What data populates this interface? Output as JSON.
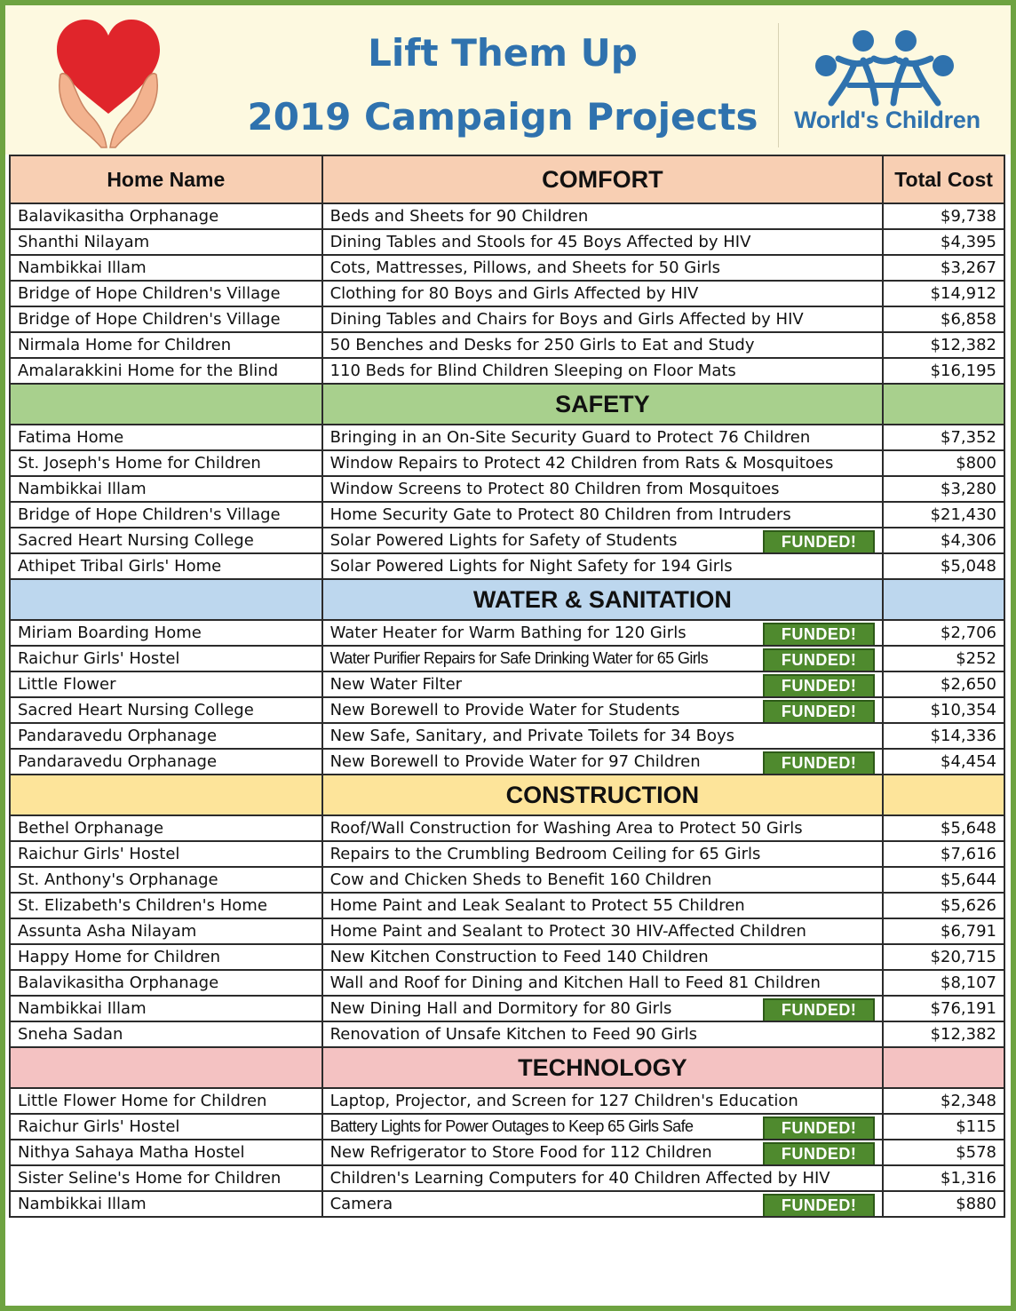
{
  "header": {
    "title_line1": "Lift Them Up",
    "title_line2": "2019 Campaign Projects",
    "logo_text": "World's Children"
  },
  "columns": {
    "name": "Home Name",
    "cost": "Total Cost"
  },
  "badge_label": "FUNDED!",
  "colors": {
    "frame": "#6ea341",
    "header_bg": "#fdf9e0",
    "title": "#2f72ae",
    "comfort": "#f8cfb3",
    "safety": "#a8d08d",
    "water": "#bdd7ee",
    "construction": "#fde49a",
    "technology": "#f4c2c2",
    "badge": "#4f8a2e"
  },
  "sections": [
    {
      "title": "COMFORT",
      "color": "#f8cfb3",
      "rows": [
        {
          "name": "Balavikasitha Orphanage",
          "project": "Beds and Sheets for 90 Children",
          "cost": "$9,738",
          "funded": false
        },
        {
          "name": "Shanthi Nilayam",
          "project": "Dining Tables and Stools for 45 Boys Affected by HIV",
          "cost": "$4,395",
          "funded": false
        },
        {
          "name": "Nambikkai Illam",
          "project": "Cots, Mattresses, Pillows, and Sheets for 50 Girls",
          "cost": "$3,267",
          "funded": false
        },
        {
          "name": "Bridge of Hope Children's Village",
          "project": "Clothing for 80 Boys and Girls Affected by HIV",
          "cost": "$14,912",
          "funded": false
        },
        {
          "name": "Bridge of Hope Children's Village",
          "project": "Dining Tables and Chairs for Boys and Girls Affected by HIV",
          "cost": "$6,858",
          "funded": false
        },
        {
          "name": "Nirmala Home for Children",
          "project": "50 Benches and Desks for 250 Girls to Eat and Study",
          "cost": "$12,382",
          "funded": false
        },
        {
          "name": "Amalarakkini Home for the Blind",
          "project": "110 Beds for Blind Children Sleeping on Floor Mats",
          "cost": "$16,195",
          "funded": false
        }
      ]
    },
    {
      "title": "SAFETY",
      "color": "#a8d08d",
      "rows": [
        {
          "name": "Fatima Home",
          "project": "Bringing in an On-Site Security Guard to Protect 76 Children",
          "cost": "$7,352",
          "funded": false
        },
        {
          "name": "St. Joseph's Home for Children",
          "project": "Window Repairs to Protect 42 Children from Rats & Mosquitoes",
          "cost": "$800",
          "funded": false
        },
        {
          "name": "Nambikkai Illam",
          "project": "Window Screens to Protect 80 Children from Mosquitoes",
          "cost": "$3,280",
          "funded": false
        },
        {
          "name": "Bridge of Hope Children's Village",
          "project": "Home Security Gate to Protect 80 Children from Intruders",
          "cost": "$21,430",
          "funded": false
        },
        {
          "name": "Sacred Heart Nursing College",
          "project": "Solar Powered Lights for Safety of Students",
          "cost": "$4,306",
          "funded": true
        },
        {
          "name": "Athipet Tribal Girls' Home",
          "project": "Solar Powered Lights for Night Safety for 194 Girls",
          "cost": "$5,048",
          "funded": false
        }
      ]
    },
    {
      "title": "WATER & SANITATION",
      "color": "#bdd7ee",
      "rows": [
        {
          "name": "Miriam Boarding Home",
          "project": "Water Heater for Warm Bathing for 120 Girls",
          "cost": "$2,706",
          "funded": true
        },
        {
          "name": "Raichur Girls' Hostel",
          "project": "Water Purifier Repairs for Safe Drinking Water for 65 Girls",
          "cost": "$252",
          "funded": true,
          "tight": true
        },
        {
          "name": "Little Flower",
          "project": "New Water Filter",
          "cost": "$2,650",
          "funded": true
        },
        {
          "name": "Sacred Heart Nursing College",
          "project": "New Borewell to Provide Water for Students",
          "cost": "$10,354",
          "funded": true
        },
        {
          "name": "Pandaravedu Orphanage",
          "project": "New Safe, Sanitary, and Private Toilets for 34 Boys",
          "cost": "$14,336",
          "funded": false
        },
        {
          "name": "Pandaravedu Orphanage",
          "project": "New Borewell to Provide Water for 97 Children",
          "cost": "$4,454",
          "funded": true
        }
      ]
    },
    {
      "title": "CONSTRUCTION",
      "color": "#fde49a",
      "rows": [
        {
          "name": "Bethel Orphanage",
          "project": "Roof/Wall Construction for Washing Area to Protect 50 Girls",
          "cost": "$5,648",
          "funded": false
        },
        {
          "name": "Raichur Girls' Hostel",
          "project": "Repairs to the Crumbling Bedroom Ceiling for 65 Girls",
          "cost": "$7,616",
          "funded": false
        },
        {
          "name": "St. Anthony's Orphanage",
          "project": "Cow and Chicken Sheds to Benefit 160 Children",
          "cost": "$5,644",
          "funded": false
        },
        {
          "name": "St. Elizabeth's Children's Home",
          "project": "Home Paint and Leak Sealant to Protect 55 Children",
          "cost": "$5,626",
          "funded": false
        },
        {
          "name": "Assunta Asha Nilayam",
          "project": "Home Paint and Sealant to Protect 30 HIV-Affected Children",
          "cost": "$6,791",
          "funded": false
        },
        {
          "name": "Happy Home for Children",
          "project": "New Kitchen Construction to Feed 140 Children",
          "cost": "$20,715",
          "funded": false
        },
        {
          "name": "Balavikasitha Orphanage",
          "project": "Wall and Roof for Dining and Kitchen Hall to Feed 81 Children",
          "cost": "$8,107",
          "funded": false
        },
        {
          "name": "Nambikkai Illam",
          "project": "New Dining Hall and Dormitory for 80 Girls",
          "cost": "$76,191",
          "funded": true
        },
        {
          "name": "Sneha Sadan",
          "project": "Renovation of Unsafe Kitchen to Feed 90 Girls",
          "cost": "$12,382",
          "funded": false
        }
      ]
    },
    {
      "title": "TECHNOLOGY",
      "color": "#f4c2c2",
      "rows": [
        {
          "name": "Little Flower Home for Children",
          "project": "Laptop, Projector, and Screen for 127 Children's Education",
          "cost": "$2,348",
          "funded": false
        },
        {
          "name": "Raichur Girls' Hostel",
          "project": "Battery Lights for Power Outages to Keep 65 Girls Safe",
          "cost": "$115",
          "funded": true,
          "tight": true
        },
        {
          "name": "Nithya Sahaya Matha Hostel",
          "project": "New Refrigerator to Store Food for 112 Children",
          "cost": "$578",
          "funded": true
        },
        {
          "name": "Sister Seline's Home for Children",
          "project": "Children's Learning Computers for 40 Children Affected by HIV",
          "cost": "$1,316",
          "funded": false
        },
        {
          "name": "Nambikkai Illam",
          "project": "Camera",
          "cost": "$880",
          "funded": true
        }
      ]
    }
  ]
}
